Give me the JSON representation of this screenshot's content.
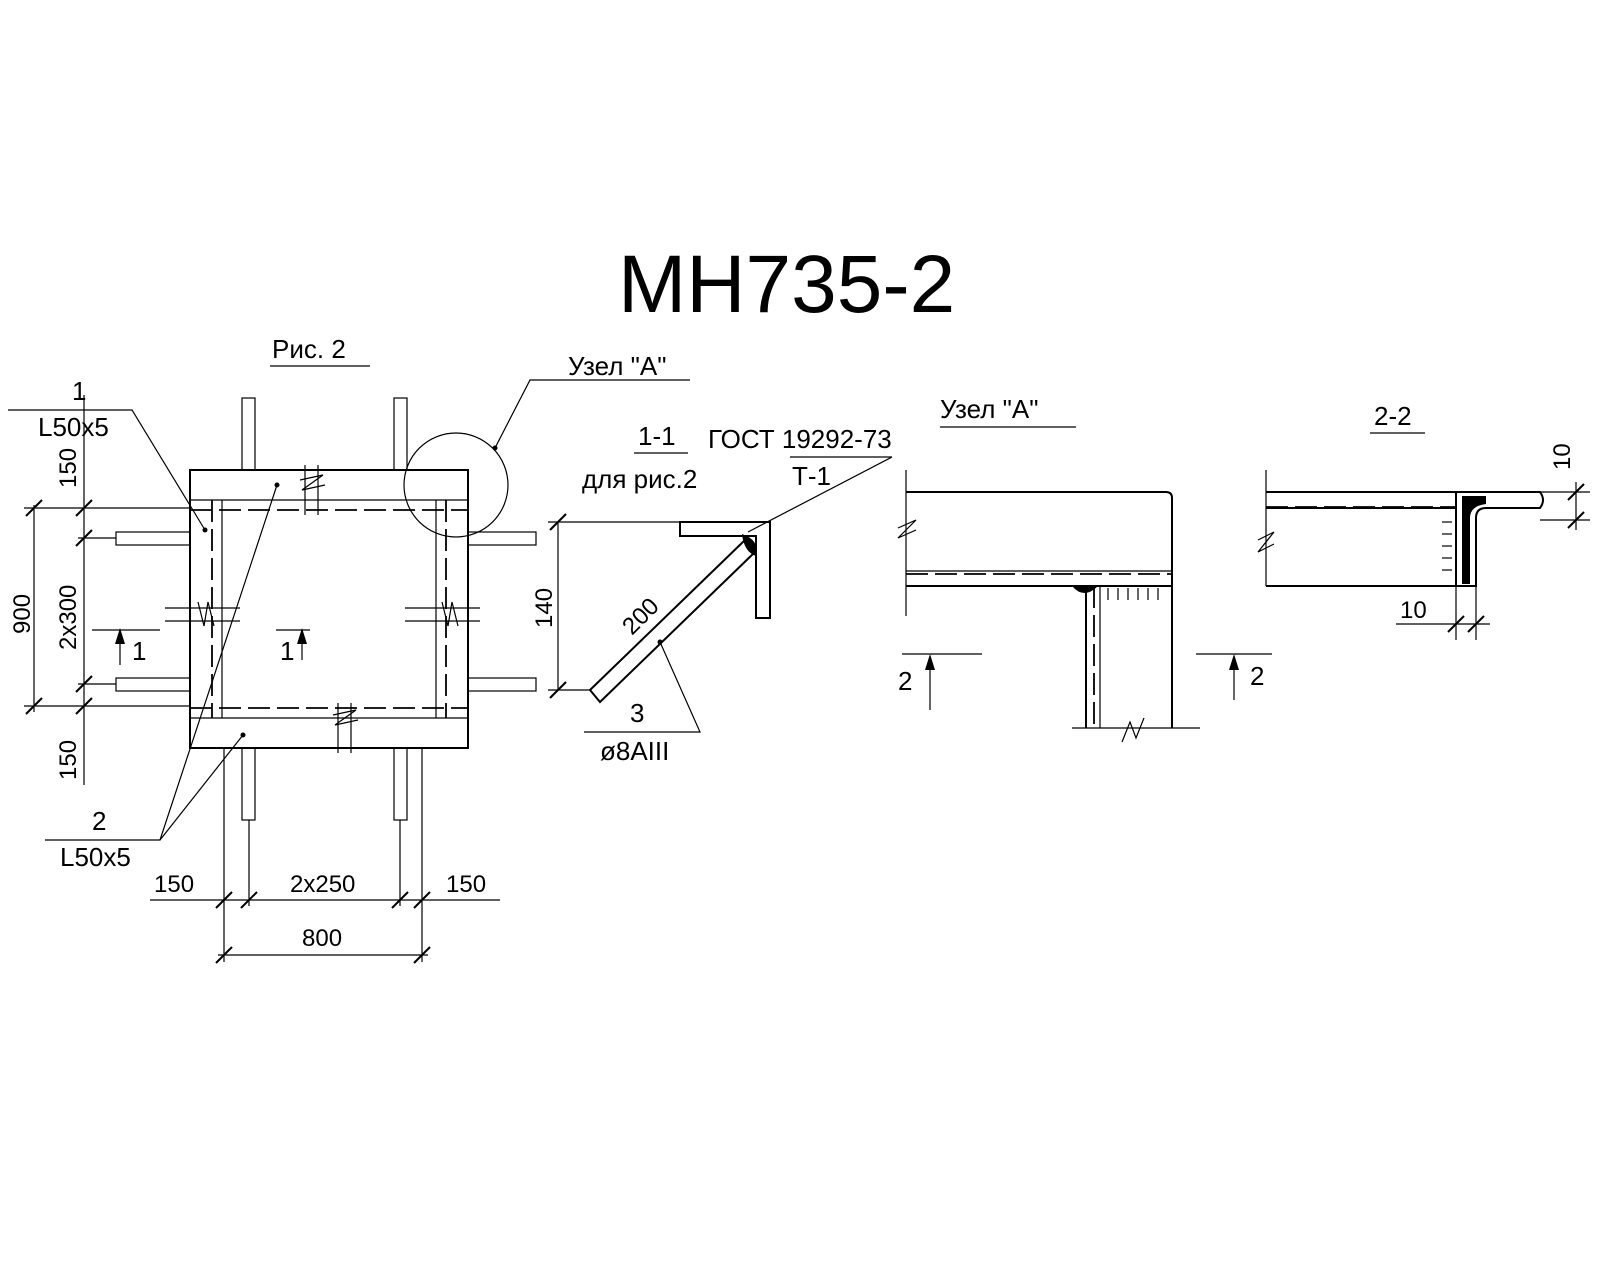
{
  "title": "МН735-2",
  "fig2": {
    "caption": "Рис. 2",
    "node_callout": "Узел \"А\"",
    "item1_num": "1",
    "item1_profile": "L50x5",
    "item2_num": "2",
    "item2_profile": "L50x5",
    "section_mark_1": "1",
    "dim_top_150": "150",
    "dim_bottom_150": "150",
    "dim_900": "900",
    "dim_2x300": "2x300",
    "dim_left_150": "150",
    "dim_2x250": "2x250",
    "dim_right_150": "150",
    "dim_800": "800"
  },
  "section11": {
    "title": "1-1",
    "subtitle": "для рис.2",
    "gost": "ГОСТ 19292-73",
    "weld": "Т-1",
    "dim_140": "140",
    "dim_200": "200",
    "item3_num": "3",
    "item3_rebar": "ø8АIII"
  },
  "nodeA": {
    "title": "Узел \"А\"",
    "section_mark": "2"
  },
  "section22": {
    "title": "2-2",
    "dim_10_top": "10",
    "dim_10_bottom": "10"
  }
}
